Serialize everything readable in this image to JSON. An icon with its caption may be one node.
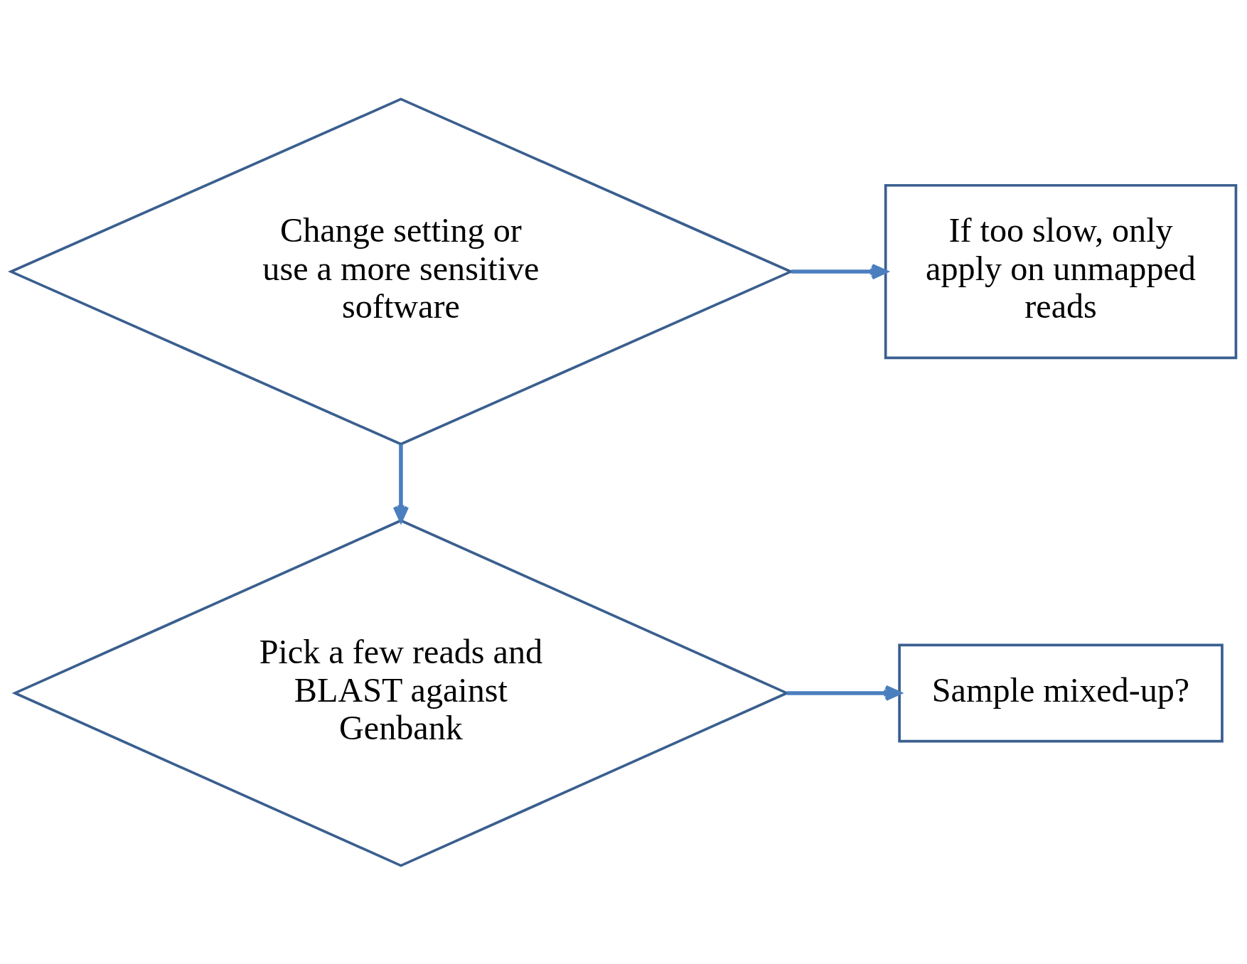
{
  "diagram": {
    "nodes": [
      {
        "text": [
          "Change setting or use a more sensitive software"
        ]
      },
      {
        "text": [
          "If too slow, only apply on unmapped reads"
        ]
      },
      {
        "text": [
          "Pick a few reads and BLAST against Genbank"
        ]
      },
      {
        "text": [
          "Sample mixed-up?"
        ]
      }
    ],
    "edges": [
      {
        "from": 0,
        "to": 1,
        "arrow": "to"
      },
      {
        "from": 0,
        "to": 2,
        "arrow": "to"
      },
      {
        "from": 2,
        "to": 3,
        "arrow": "to"
      }
    ]
  }
}
